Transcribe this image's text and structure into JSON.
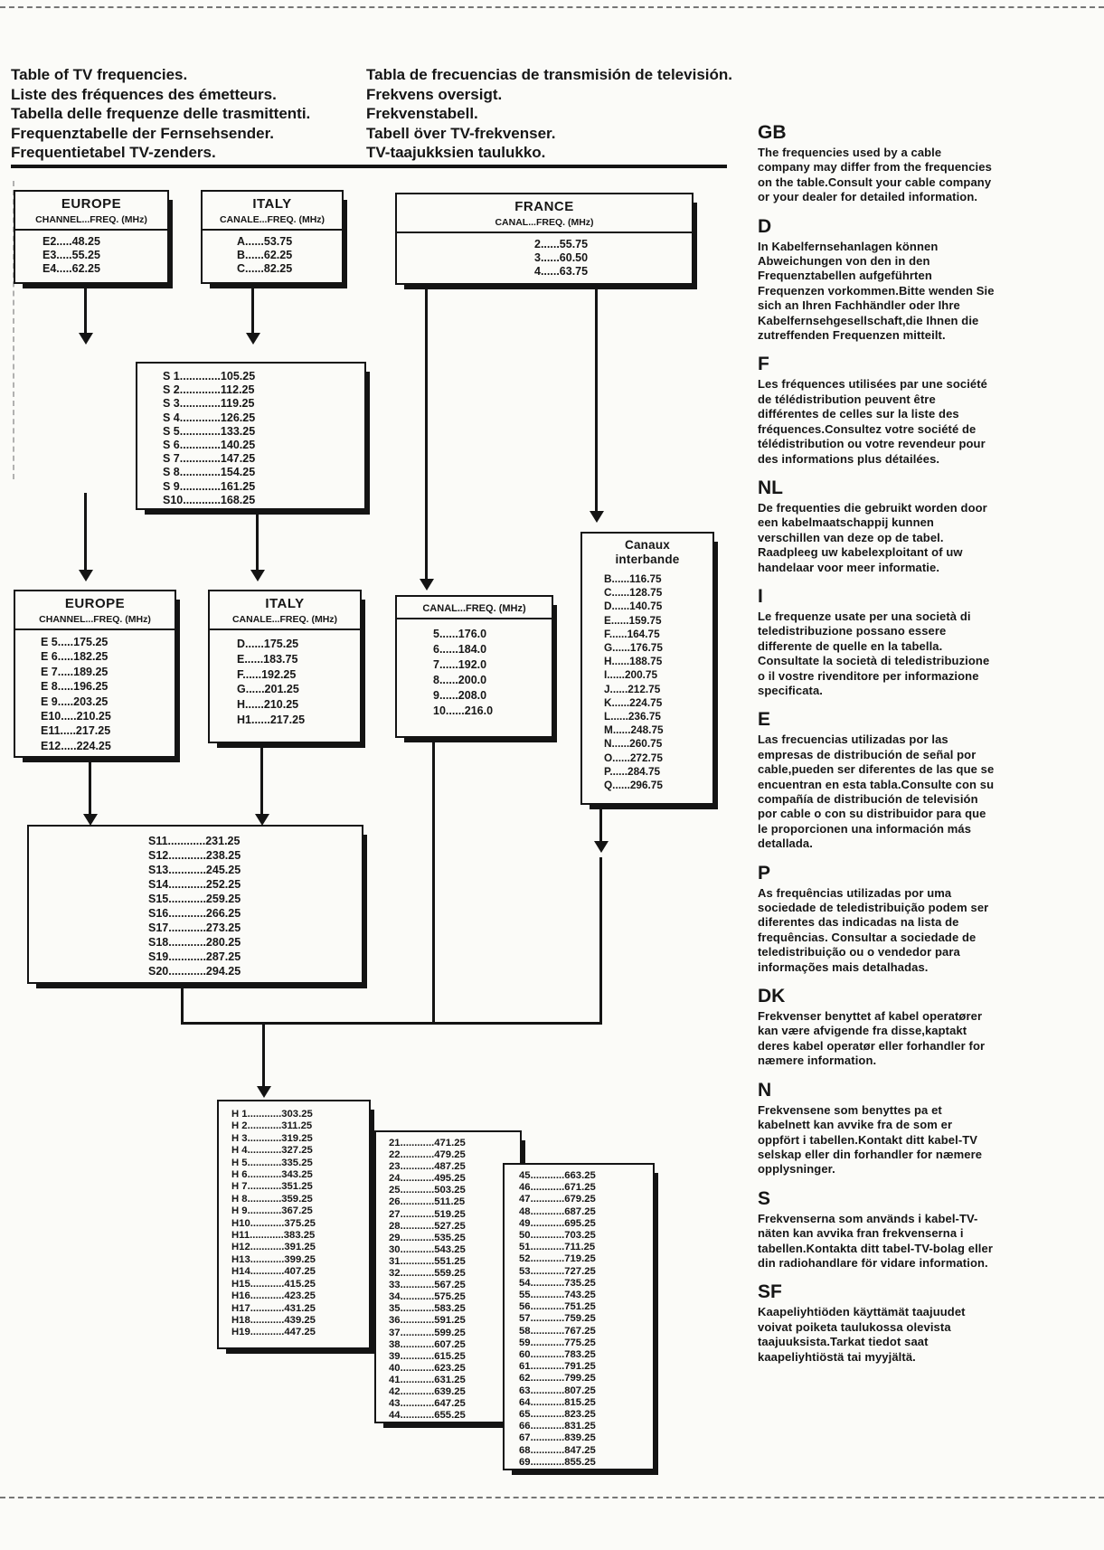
{
  "page": {
    "paper_color": "#fbfbf8",
    "ink_color": "#141414"
  },
  "header": {
    "titles_left": [
      "Table of TV frequencies.",
      "Liste des fréquences des émetteurs.",
      "Tabella delle frequenze delle trasmittenti.",
      "Frequenztabelle der Fernsehsender.",
      "Frequentietabel TV-zenders."
    ],
    "titles_center": [
      "Tabla de frecuencias de transmisión de televisión.",
      "Frekvens oversigt.",
      "Frekvenstabell.",
      "Tabell över TV-frekvenser.",
      "TV-taajukksien taulukko."
    ]
  },
  "diagram": {
    "vhf1_europe": {
      "title": "EUROPE",
      "subtitle": "CHANNEL...FREQ. (MHz)",
      "rows": [
        "E2.....48.25",
        "E3.....55.25",
        "E4.....62.25"
      ]
    },
    "vhf1_italy": {
      "title": "ITALY",
      "subtitle": "CANALE...FREQ. (MHz)",
      "rows": [
        "A......53.75",
        "B......62.25",
        "C......82.25"
      ]
    },
    "vhf1_france": {
      "title": "FRANCE",
      "subtitle": "CANAL...FREQ. (MHz)",
      "rows": [
        "2......55.75",
        "3......60.50",
        "4......63.75"
      ]
    },
    "s_low": {
      "rows": [
        "S 1.............105.25",
        "S 2.............112.25",
        "S 3.............119.25",
        "S 4.............126.25",
        "S 5.............133.25",
        "S 6.............140.25",
        "S 7.............147.25",
        "S 8.............154.25",
        "S 9.............161.25",
        "S10............168.25"
      ]
    },
    "vhf3_europe": {
      "title": "EUROPE",
      "subtitle": "CHANNEL...FREQ. (MHz)",
      "rows": [
        "E 5.....175.25",
        "E 6.....182.25",
        "E 7.....189.25",
        "E 8.....196.25",
        "E 9.....203.25",
        "E10.....210.25",
        "E11.....217.25",
        "E12.....224.25"
      ]
    },
    "vhf3_italy": {
      "title": "ITALY",
      "subtitle": "CANALE...FREQ. (MHz)",
      "rows": [
        "D......175.25",
        "E......183.75",
        "F......192.25",
        "G......201.25",
        "H......210.25",
        "H1......217.25"
      ]
    },
    "vhf3_france": {
      "subtitle": "CANAL...FREQ. (MHz)",
      "rows": [
        "5......176.0",
        "6......184.0",
        "7......192.0",
        "8......200.0",
        "9......208.0",
        "10......216.0"
      ]
    },
    "interband": {
      "title_line1": "Canaux",
      "title_line2": "interbande",
      "rows": [
        "B......116.75",
        "C......128.75",
        "D......140.75",
        "E......159.75",
        "F......164.75",
        "G......176.75",
        "H......188.75",
        "I......200.75",
        "J......212.75",
        "K......224.75",
        "L......236.75",
        "M......248.75",
        "N......260.75",
        "O......272.75",
        "P......284.75",
        "Q......296.75"
      ]
    },
    "s_high": {
      "rows": [
        "S11............231.25",
        "S12............238.25",
        "S13............245.25",
        "S14............252.25",
        "S15............259.25",
        "S16............266.25",
        "S17............273.25",
        "S18............280.25",
        "S19............287.25",
        "S20............294.25"
      ]
    },
    "hyperband": {
      "rows": [
        "H 1............303.25",
        "H 2............311.25",
        "H 3............319.25",
        "H 4............327.25",
        "H 5............335.25",
        "H 6............343.25",
        "H 7............351.25",
        "H 8............359.25",
        "H 9............367.25",
        "H10............375.25",
        "H11............383.25",
        "H12............391.25",
        "H13............399.25",
        "H14............407.25",
        "H15............415.25",
        "H16............423.25",
        "H17............431.25",
        "H18............439.25",
        "H19............447.25"
      ]
    },
    "uhf_21_44": {
      "rows": [
        "21............471.25",
        "22............479.25",
        "23............487.25",
        "24............495.25",
        "25............503.25",
        "26............511.25",
        "27............519.25",
        "28............527.25",
        "29............535.25",
        "30............543.25",
        "31............551.25",
        "32............559.25",
        "33............567.25",
        "34............575.25",
        "35............583.25",
        "36............591.25",
        "37............599.25",
        "38............607.25",
        "39............615.25",
        "40............623.25",
        "41............631.25",
        "42............639.25",
        "43............647.25",
        "44............655.25"
      ]
    },
    "uhf_45_69": {
      "rows": [
        "45............663.25",
        "46............671.25",
        "47............679.25",
        "48............687.25",
        "49............695.25",
        "50............703.25",
        "51............711.25",
        "52............719.25",
        "53............727.25",
        "54............735.25",
        "55............743.25",
        "56............751.25",
        "57............759.25",
        "58............767.25",
        "59............775.25",
        "60............783.25",
        "61............791.25",
        "62............799.25",
        "63............807.25",
        "64............815.25",
        "65............823.25",
        "66............831.25",
        "67............839.25",
        "68............847.25",
        "69............855.25"
      ]
    }
  },
  "sidebar": {
    "sections": [
      {
        "lang": "GB",
        "text": "The frequencies used by a cable company may differ from the frequencies on the table.Consult your cable company or your dealer for detailed information."
      },
      {
        "lang": "D",
        "text": "In Kabelfernsehanlagen können Abweichungen von den in den Frequenztabellen aufgeführten Frequenzen vorkommen.Bitte wenden Sie sich an Ihren Fachhändler oder Ihre Kabelfernsehgesellschaft,die Ihnen die zutreffenden Frequenzen mitteilt."
      },
      {
        "lang": "F",
        "text": "Les fréquences utilisées par une société de télédistribution peuvent être différentes de celles sur la liste des fréquences.Consultez votre société de télédistribution ou votre revendeur pour des informations plus détailées."
      },
      {
        "lang": "NL",
        "text": "De frequenties die gebruikt worden door een kabelmaatschappij kunnen verschillen van deze op de tabel. Raadpleeg uw kabelexploitant of uw handelaar voor meer informatie."
      },
      {
        "lang": "I",
        "text": "Le frequenze usate per una società di teledistribuzione possano essere differente de quelle en la tabella. Consultate la società di teledistribuzione o il vostre rivenditore per informazione specificata."
      },
      {
        "lang": "E",
        "text": "Las frecuencias utilizadas por las empresas de distribución de señal por cable,pueden ser diferentes de las que se encuentran en esta tabla.Consulte con su compañía de distribución de televisión por cable o con su distribuidor para que le proporcionen una información más detallada."
      },
      {
        "lang": "P",
        "text": "As frequências utilizadas por uma sociedade de teledistribuição podem ser diferentes das indicadas na lista de frequências. Consultar a sociedade de teledistribuição ou o vendedor para informações mais detalhadas."
      },
      {
        "lang": "DK",
        "text": "Frekvenser benyttet af kabel operatører kan være afvigende fra disse,kaptakt deres kabel operatør eller forhandler for næmere information."
      },
      {
        "lang": "N",
        "text": "Frekvensene som benyttes pa et kabelnett kan avvike fra de som er oppfört i tabellen.Kontakt ditt kabel-TV selskap eller din forhandler for næmere opplysninger."
      },
      {
        "lang": "S",
        "text": "Frekvenserna som används i kabel-TV-näten kan avvika fran frekvenserna i tabellen.Kontakta ditt tabel-TV-bolag eller din radiohandlare för vidare information."
      },
      {
        "lang": "SF",
        "text": "Kaapeliyhtiöden käyttämät taajuudet voivat poiketa taulukossa olevista taajuuksista.Tarkat tiedot saat kaapeliyhtiöstä tai myyjältä."
      }
    ]
  }
}
